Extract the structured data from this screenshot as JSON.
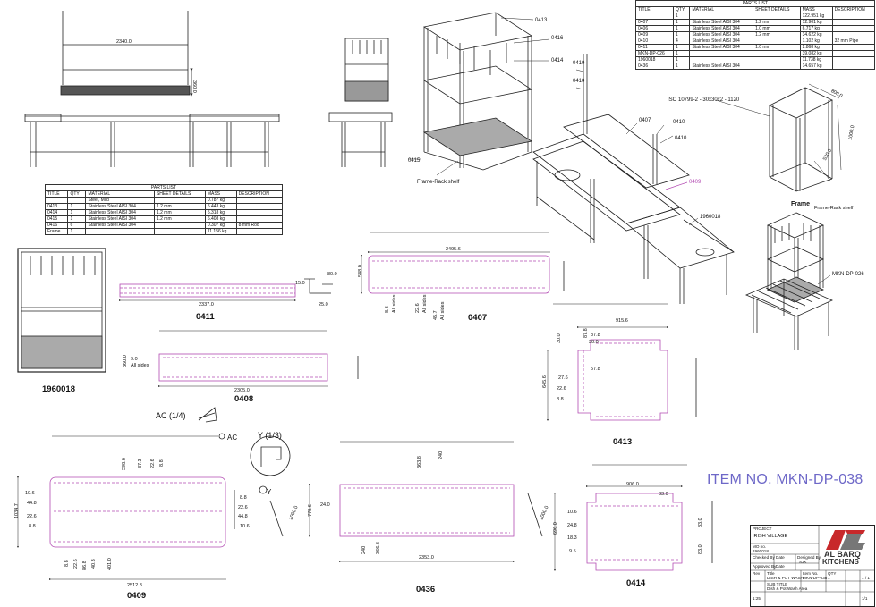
{
  "parts_list_top": {
    "caption": "PARTS LIST",
    "headers": [
      "TITLE",
      "QTY",
      "MATERIAL",
      "SHEET DETAILS",
      "MASS",
      "DESCRIPTION"
    ],
    "rows": [
      [
        "",
        "1",
        "",
        "",
        "122.951 kg",
        ""
      ],
      [
        "0407",
        "1",
        "Stainless Steel AISI 304",
        "1.2 mm",
        "12.901 kg",
        ""
      ],
      [
        "0406",
        "1",
        "Stainless Steel AISI 304",
        "1.0 mm",
        "6.717 kg",
        ""
      ],
      [
        "0409",
        "1",
        "Stainless Steel AISI 304",
        "1.2 mm",
        "34.622 kg",
        ""
      ],
      [
        "0410",
        "4",
        "Stainless Steel AISI 304",
        "",
        "1.102 kg",
        "32 mm Pipe"
      ],
      [
        "0411",
        "1",
        "Stainless Steel AISI 304",
        "1.0 mm",
        "2.868 kg",
        ""
      ],
      [
        "MKN-DP-026",
        "1",
        "",
        "",
        "39.082 kg",
        ""
      ],
      [
        "1960018",
        "1",
        "",
        "",
        "11.738 kg",
        ""
      ],
      [
        "0436",
        "1",
        "Stainless Steel AISI 304",
        "",
        "14.657 kg",
        ""
      ]
    ]
  },
  "parts_list_mid": {
    "caption": "PARTS LIST",
    "headers": [
      "TITLE",
      "QTY",
      "MATERIAL",
      "SHEET DETAILS",
      "MASS",
      "DESCRIPTION"
    ],
    "rows": [
      [
        "",
        "",
        "Steel, Mild",
        "",
        "0.787 kg",
        ""
      ],
      [
        "0413",
        "1",
        "Stainless Steel AISI 304",
        "1.2 mm",
        "5.443 kg",
        ""
      ],
      [
        "0414",
        "1",
        "Stainless Steel AISI 304",
        "1.2 mm",
        "5.318 kg",
        ""
      ],
      [
        "0415",
        "1",
        "Stainless Steel AISI 304",
        "1.2 mm",
        "6.408 kg",
        ""
      ],
      [
        "0416",
        "6",
        "Stainless Steel AISI 304",
        "",
        "0.307 kg",
        "8 mm Rod"
      ],
      [
        "Frame",
        "1",
        "",
        "",
        "11.156 kg",
        ""
      ]
    ]
  },
  "labels": {
    "p0411": "0411",
    "p0407": "0407",
    "p0408": "0408",
    "p0413": "0413",
    "p1960018": "1960018",
    "p0409": "0409",
    "p0436": "0436",
    "p0414": "0414",
    "frame_rack": "Frame-Rack shelf",
    "frame_rack2": "Frame-Rack shelf",
    "ac_view": "AC (1/4)",
    "ac": "AC",
    "y_view": "Y (1/3)",
    "y": "Y",
    "iso": "ISO 10799-2 - 30x30x2 - 1120",
    "c0413": "0413",
    "c0416": "0416",
    "c0414": "0414",
    "c0415": "0415",
    "c0410a": "0410",
    "c0410b": "0410",
    "c0407": "0407",
    "c0410c": "0410",
    "c0410d": "0410",
    "c0409": "0409",
    "c1960018": "1960018",
    "cMKN": "MKN-DP-026"
  },
  "dims": {
    "d2340": "2340.0",
    "d360a": "360.0",
    "d2337": "2337.0",
    "d15": "15.0",
    "d80": "80.0",
    "d25": "25.0",
    "d2495": "2495.6",
    "d548": "548.0",
    "d88a": "8.8",
    "d226a": "22.6",
    "d457": "45.7",
    "all1": "All sides",
    "all2": "All sides",
    "all3": "All sides",
    "d9": "9.0",
    "d360b": "360.0",
    "d2305": "2305.0",
    "d9156": "915.6",
    "d878a": "87.8",
    "d878b": "87.8",
    "d300a": "30.0",
    "d300b": "30.0",
    "d578": "57.8",
    "d276": "27.6",
    "d226b": "22.6",
    "d88b": "8.8",
    "d6456": "645.6",
    "d3986": "398.6",
    "d373": "37.3",
    "d226c": "22.6",
    "d88c": "8.8",
    "d106a": "10.6",
    "d448a": "44.8",
    "d226d": "22.6",
    "d88d": "8.8",
    "d10347": "1034.7",
    "d88e": "8.8",
    "d226e": "22.6",
    "d448b": "44.8",
    "d106b": "10.6",
    "d88f": "8.8",
    "d226f": "22.6",
    "d868": "86.8",
    "d403": "40.3",
    "d4010": "401.0",
    "d25128": "2512.8",
    "d1000a": "1000.0",
    "d3638a": "363.8",
    "d240a": "240",
    "d24": "24.0",
    "d7786": "778.6",
    "d240b": "240",
    "d3668": "366.8",
    "d2353": "2353.0",
    "d1000b": "1000.0",
    "d906": "906.0",
    "d83a": "83.0",
    "d106c": "10.6",
    "d248": "24.8",
    "d183": "18.3",
    "d95": "9.5",
    "d696": "696.0",
    "d83b": "83.0",
    "d83c": "83.0",
    "d800a": "800.0",
    "d1000c": "1000.0",
    "d530": "530.0"
  },
  "item_no": "ITEM NO. MKN-DP-038",
  "title_block": {
    "project_h": "PROJECT",
    "project": "IRISH VILLAGE",
    "order_h": "MO no.",
    "order": "1960018",
    "checked_h": "Checked By",
    "date_h": "Date",
    "designed_h": "Designed By",
    "designed": "SJK",
    "approved_h": "Approved By",
    "date2_h": "Date",
    "brand1": "AL BARQ",
    "brand2": "KITCHENS",
    "title_h": "Title",
    "title": "DISH & POT WASH",
    "item_h": "Item No.",
    "item": "MKN-DP-038",
    "subtitle_h": "SUB TITLE",
    "subtitle": "Dish & Pot Wash Area",
    "rev_h": "Rev",
    "qty_h": "QTY",
    "qty": "1",
    "sheet": "1 / 1",
    "page_l": "1:25",
    "page_r": "1/1"
  },
  "colors": {
    "part_outline": "#b34bb3",
    "accent": "#6e68c8",
    "logo_red": "#c8282a"
  }
}
